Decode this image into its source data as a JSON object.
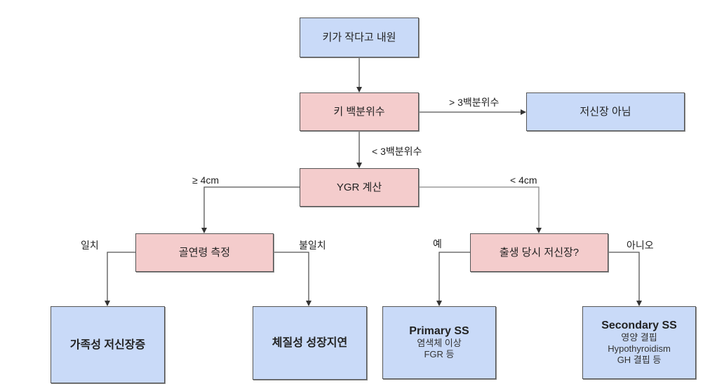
{
  "nodes": {
    "start": "키가 작다고 내원",
    "percentile": "키 백분위수",
    "not_short": "저신장 아님",
    "ygr": "YGR 계산",
    "bone_age": "골연령 측정",
    "birth_short": "출생 당시 저신장?",
    "familial": "가족성 저신장증",
    "constitutional": "체질성 성장지연",
    "primary": {
      "title": "Primary SS",
      "lines": [
        "염색체 이상",
        "FGR 등"
      ]
    },
    "secondary": {
      "title": "Secondary SS",
      "lines": [
        "영양 결핍",
        "Hypothyroidism",
        "GH 결핍 등"
      ]
    }
  },
  "edge_labels": {
    "gt3": "> 3백분위수",
    "lt3": "< 3백분위수",
    "ge4": "≥ 4cm",
    "lt4": "< 4cm",
    "match": "일치",
    "mismatch": "불일치",
    "yes": "예",
    "no": "아니오"
  },
  "colors": {
    "blue_fill": "#c9daf8",
    "pink_fill": "#f4cccc",
    "border": "#555555"
  }
}
